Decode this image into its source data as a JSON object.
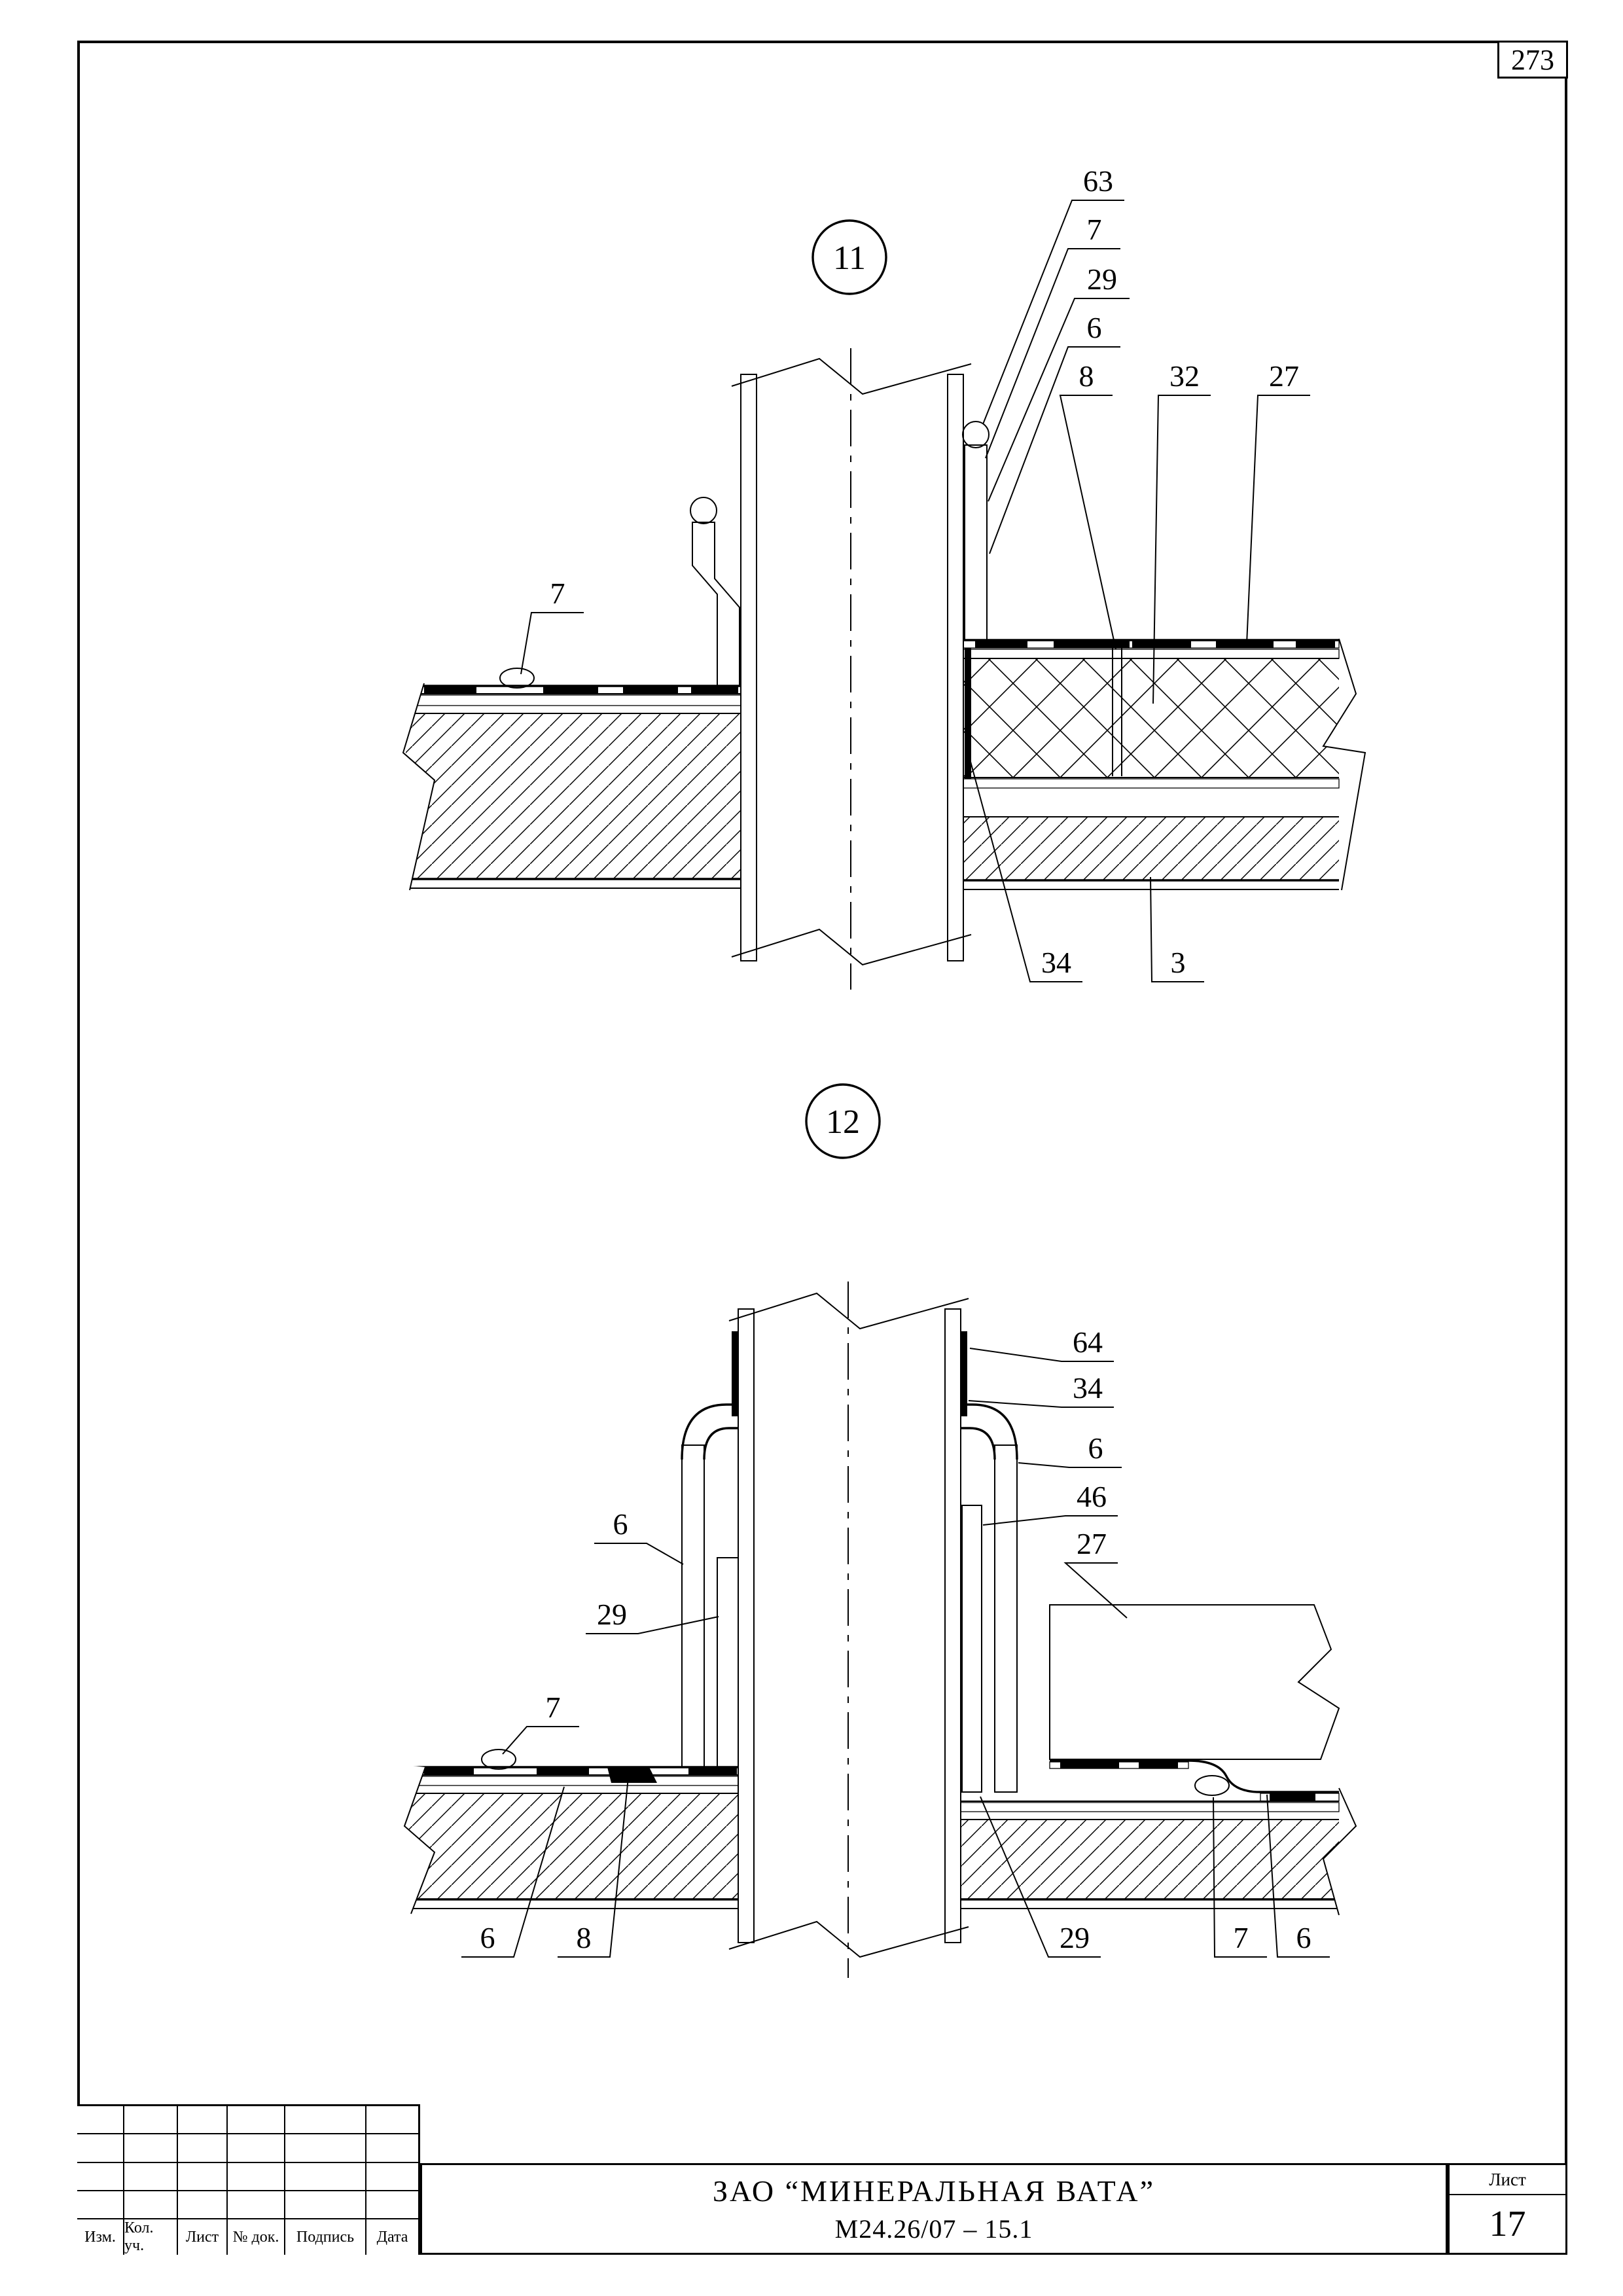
{
  "page_number": "273",
  "details": [
    {
      "number": "11",
      "callouts": [
        "63",
        "7",
        "29",
        "6",
        "8",
        "32",
        "27",
        "7",
        "34",
        "3"
      ]
    },
    {
      "number": "12",
      "callouts": [
        "64",
        "34",
        "6",
        "46",
        "27",
        "6",
        "29",
        "7",
        "6",
        "8",
        "29",
        "7",
        "6"
      ]
    }
  ],
  "title_block": {
    "company": "ЗАО  “МИНЕРАЛЬНАЯ  ВАТА”",
    "document_number": "М24.26/07 – 15.1",
    "sheet_label": "Лист",
    "sheet_number": "17",
    "columns": [
      "Изм.",
      "Кол. уч.",
      "Лист",
      "№ док.",
      "Подпись",
      "Дата"
    ]
  }
}
